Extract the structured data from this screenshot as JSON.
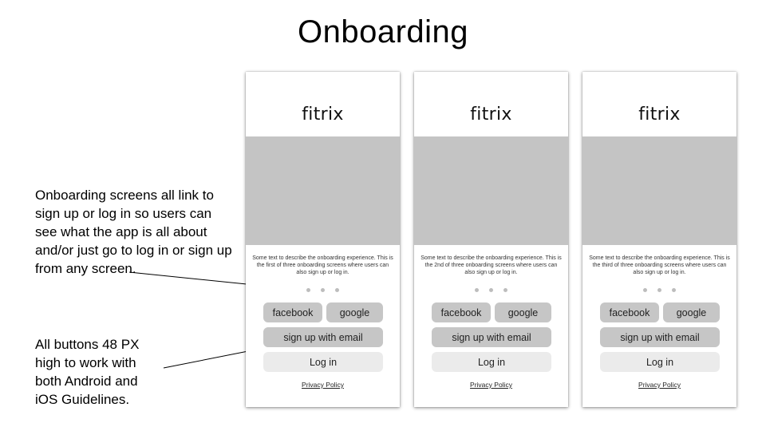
{
  "title": "Onboarding",
  "notes": {
    "links": "Onboarding screens all link to sign up or log in so users can see what the app is all about and/or just go to log in or sign up from any screen.",
    "buttons": "All buttons 48 PX high to work with both Android and iOS Guidelines."
  },
  "screens": [
    {
      "brand": "fitrix",
      "description": "Some text to describe the onboarding experience. This is the first of three onboarding screens where users can also sign up or log in.",
      "facebook": "facebook",
      "google": "google",
      "email": "sign up with email",
      "login": "Log in",
      "privacy": "Privacy Policy"
    },
    {
      "brand": "fitrix",
      "description": "Some text to describe the onboarding experience. This is the 2nd of three onboarding screens where users can also sign up or log in.",
      "facebook": "facebook",
      "google": "google",
      "email": "sign up with email",
      "login": "Log in",
      "privacy": "Privacy Policy"
    },
    {
      "brand": "fitrix",
      "description": "Some text to describe the onboarding experience. This is the third of three onboarding screens where users can also sign up or log in.",
      "facebook": "facebook",
      "google": "google",
      "email": "sign up with email",
      "login": "Log in",
      "privacy": "Privacy Policy"
    }
  ]
}
